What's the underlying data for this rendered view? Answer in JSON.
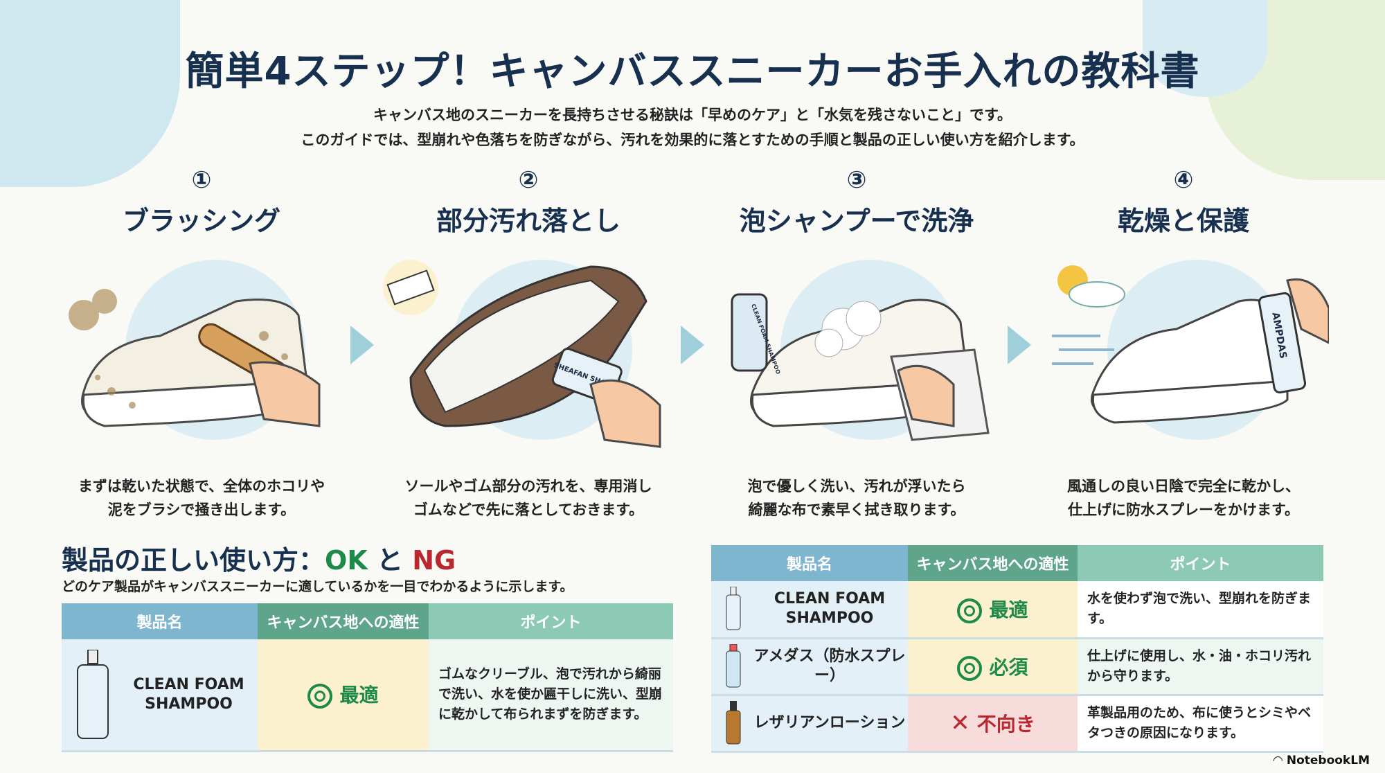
{
  "title": "簡単4ステップ！キャンバススニーカーお手入れの教科書",
  "subtitle": [
    "キャンバス地のスニーカーを長持ちさせる秘訣は「早めのケア」と「水気を残さないこと」です。",
    "このガイドでは、型崩れや色落ちを防ぎながら、汚れを効果的に落とすための手順と製品の正しい使い方を紹介します。"
  ],
  "steps": [
    {
      "num": "①",
      "heading": "ブラッシング",
      "desc": [
        "まずは乾いた状態で、全体のホコリや",
        "泥をブラシで掻き出します。"
      ]
    },
    {
      "num": "②",
      "heading": "部分汚れ落とし",
      "desc": [
        "ソールやゴム部分の汚れを、専用消し",
        "ゴムなどで先に落としておきます。"
      ],
      "eraser_label": "SHEAFAN SHASER"
    },
    {
      "num": "③",
      "heading": "泡シャンプーで洗浄",
      "desc": [
        "泡で優しく洗い、汚れが浮いたら",
        "綺麗な布で素早く拭き取ります。"
      ],
      "bottle_label": "CLEAN FOAM SHAMPOO"
    },
    {
      "num": "④",
      "heading": "乾燥と保護",
      "desc": [
        "風通しの良い日陰で完全に乾かし、",
        "仕上げに防水スプレーをかけます。"
      ],
      "spray_label": "AMPDAS"
    }
  ],
  "section": {
    "title": "製品の正しい使い方：",
    "ok": "OK",
    "and": " と ",
    "ng": "NG",
    "subtitle": "どのケア製品がキャンバススニーカーに適しているかを一目でわかるように示します。"
  },
  "headers": [
    "製品名",
    "キャンバス地への適性",
    "ポイント"
  ],
  "left_table": {
    "rows": [
      {
        "name": "CLEAN FOAM SHAMPOO",
        "fit": "最適",
        "point": "ゴムなクリーブル、泡で汚れから綺丽で洗い、水を使か匾干しに洗い、型崩に乾かして布られまずを防ぎます。"
      }
    ]
  },
  "right_table": {
    "rows": [
      {
        "name": "CLEAN FOAM SHAMPOO",
        "fit": "最適",
        "symbol": "double-circle",
        "point": "水を使わず泡で洗い、型崩れを防ぎます。"
      },
      {
        "name": "アメダス（防水スプレー）",
        "fit": "必須",
        "symbol": "double-circle",
        "point": "仕上げに使用し、水・油・ホコリ汚れから守ります。"
      },
      {
        "name": "レザリアンローション",
        "fit": "不向き",
        "symbol": "cross",
        "point": "革製品用のため、布に使うとシミやベタつきの原因になります。"
      }
    ]
  },
  "branding": "NotebookLM",
  "colors": {
    "ok": "#1e8a4a",
    "ng": "#b8282e",
    "title": "#17304f"
  }
}
